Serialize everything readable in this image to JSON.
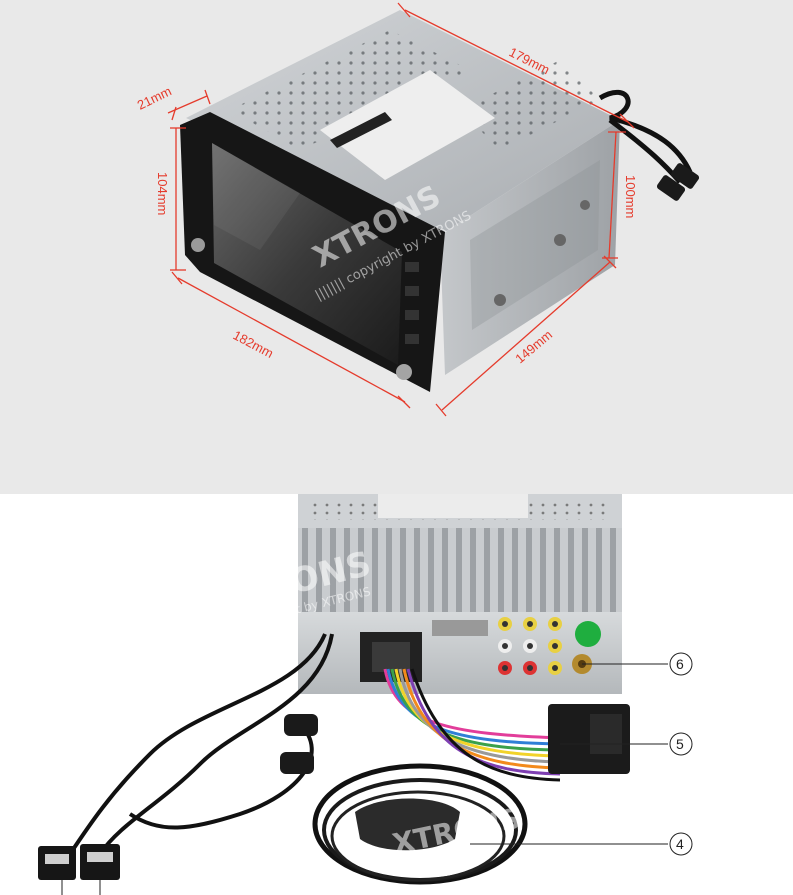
{
  "dimensions": {
    "depth_label": "179mm",
    "depth_bottom_label": "149mm",
    "faceplate_depth_label": "21mm",
    "front_height_label": "104mm",
    "body_height_label": "100mm",
    "front_width_label": "182mm"
  },
  "watermark": {
    "brand": "XTRONS",
    "copyright": "||||||| copyright by XTRONS"
  },
  "callouts": [
    "6",
    "5",
    "4"
  ],
  "colors": {
    "top_background": "#e9e9e9",
    "dimension_red": "#e53b2c",
    "chassis_silver": "#b8bcc0"
  }
}
